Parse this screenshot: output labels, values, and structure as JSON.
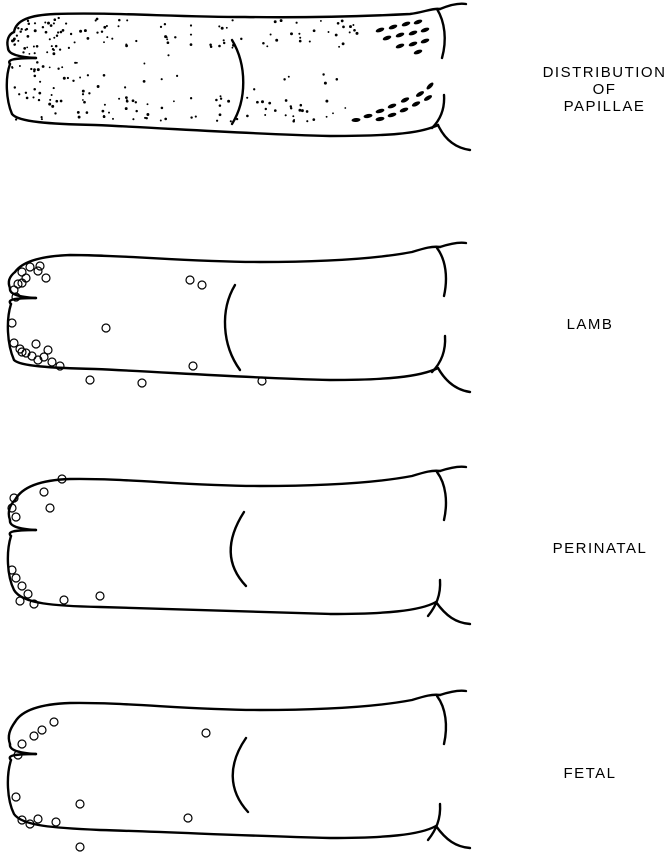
{
  "panels": [
    {
      "label_lines": [
        "DISTRIBUTION",
        "OF",
        "PAPILLAE"
      ]
    },
    {
      "label_lines": [
        "LAMB"
      ]
    },
    {
      "label_lines": [
        "PERINATAL"
      ]
    },
    {
      "label_lines": [
        "FETAL"
      ]
    }
  ],
  "colors": {
    "ink": "#000000",
    "background": "#ffffff"
  }
}
